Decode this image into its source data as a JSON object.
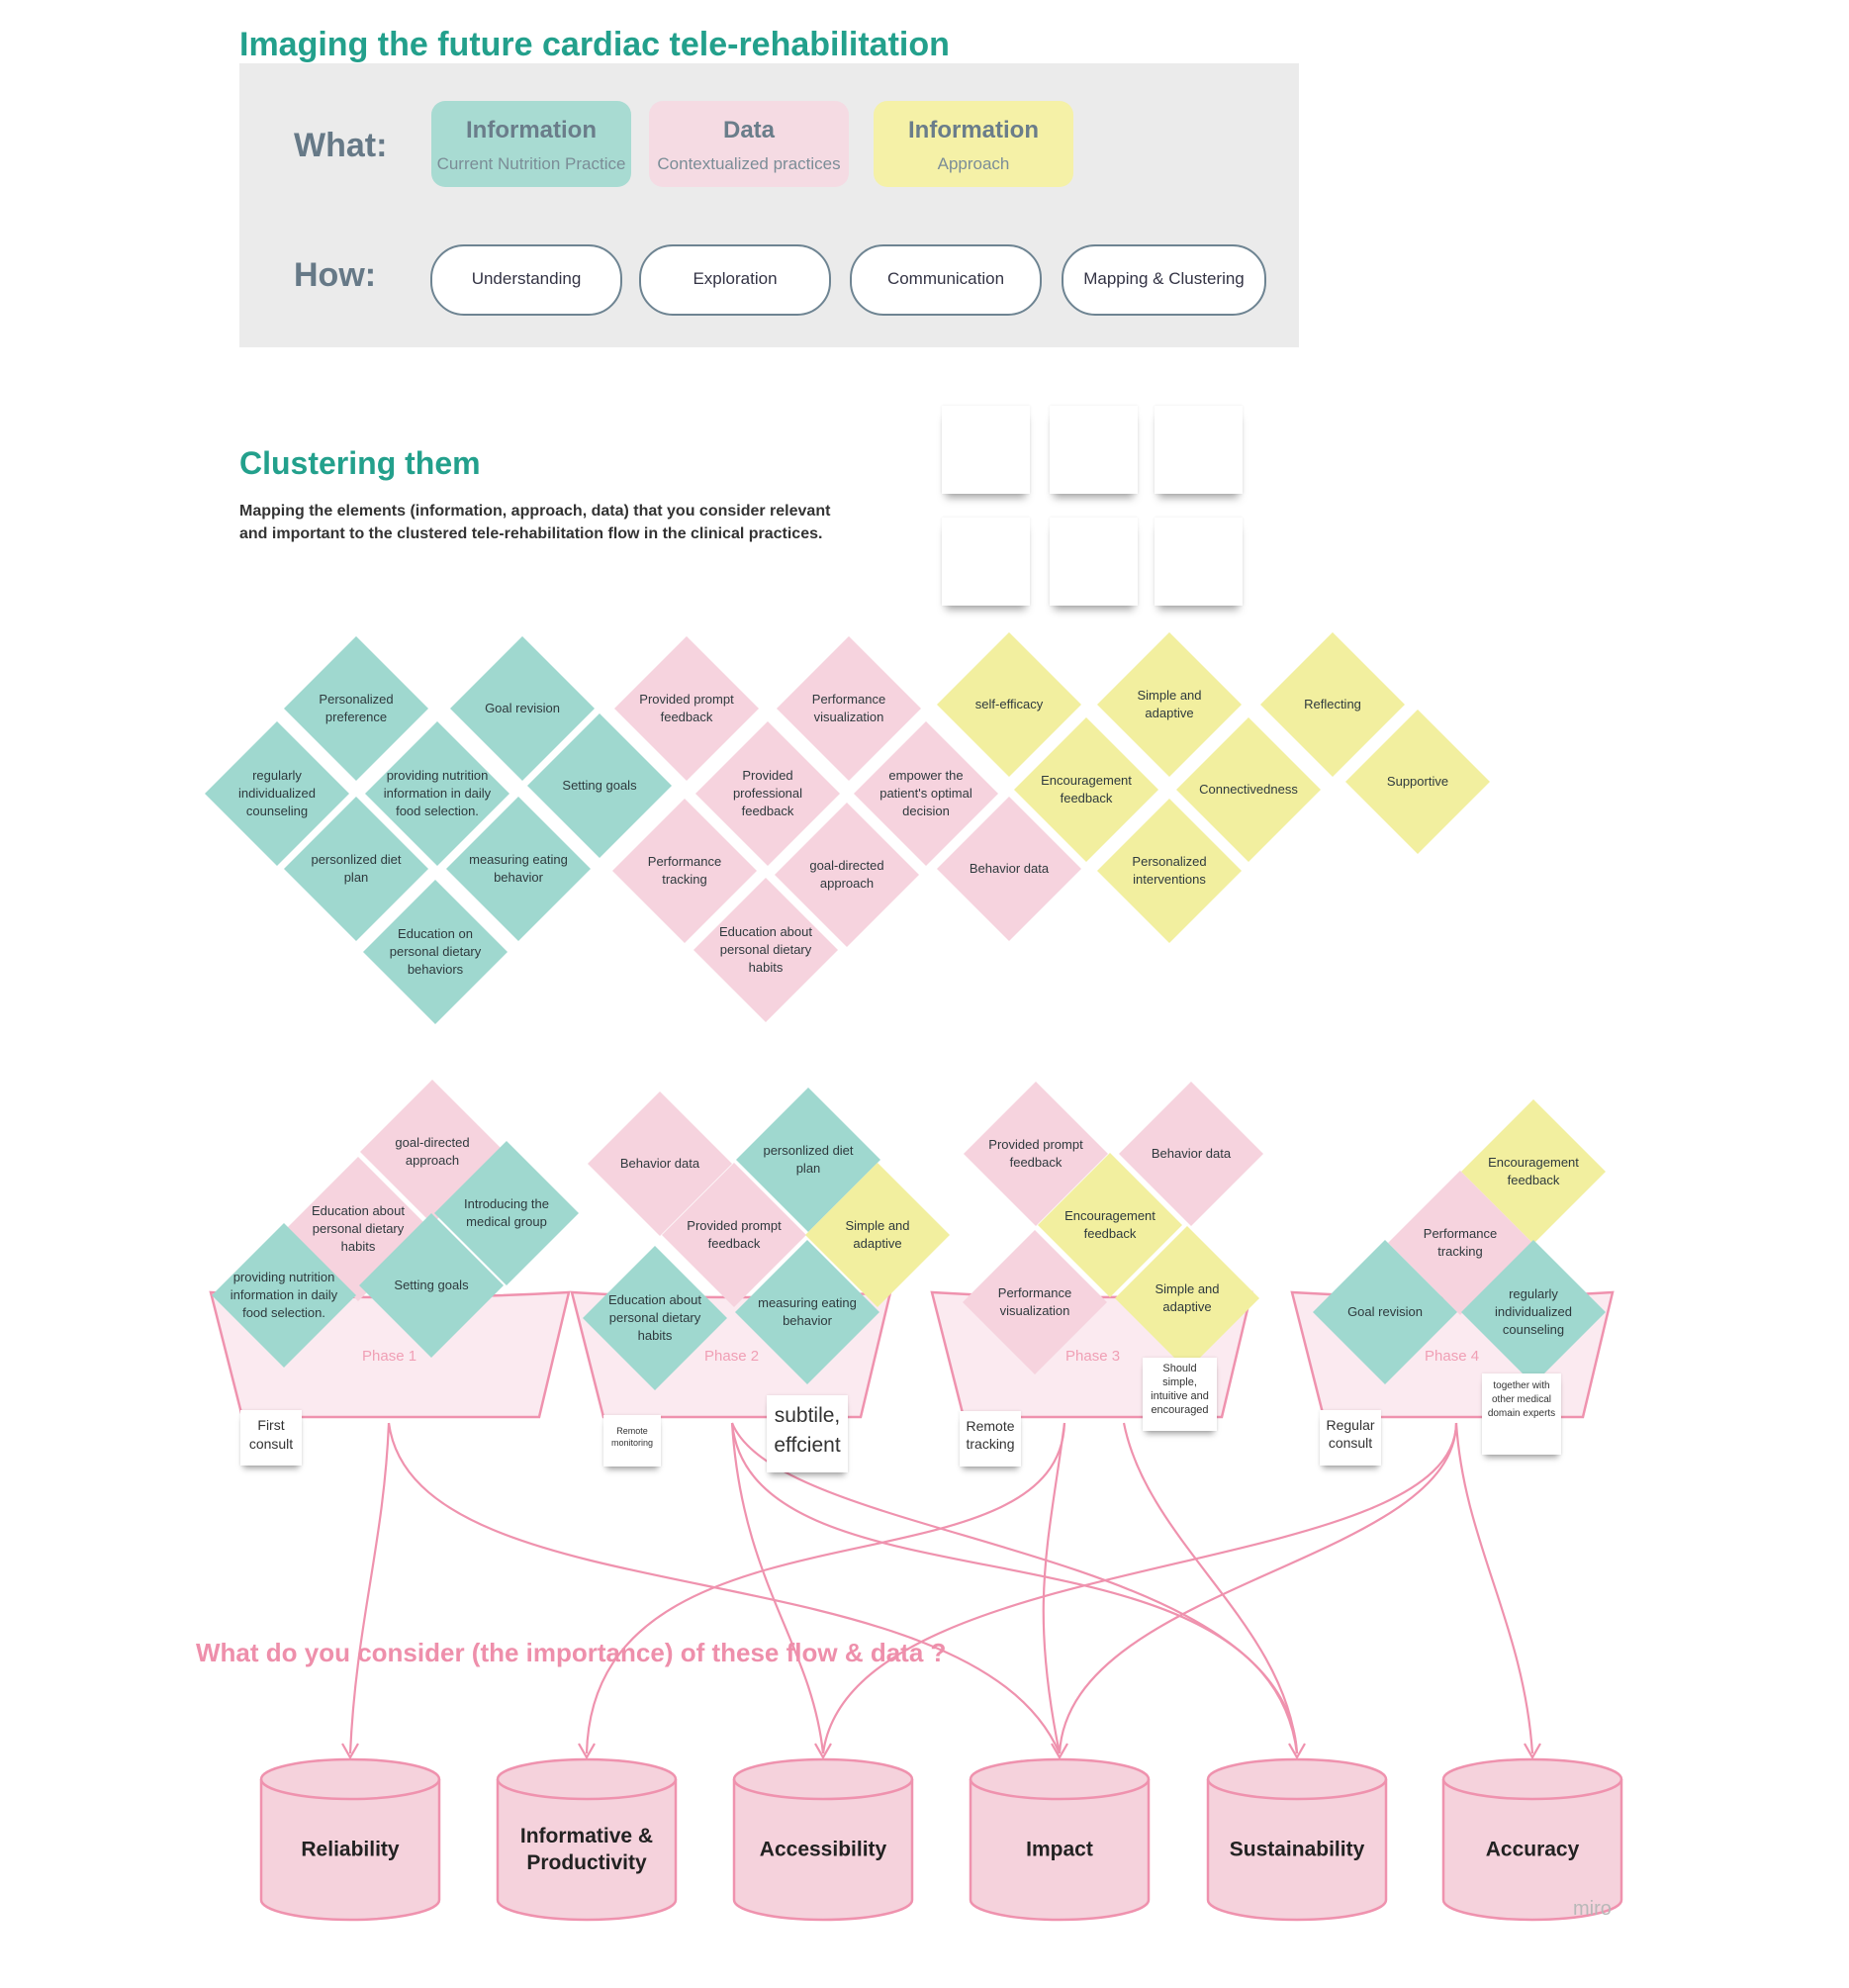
{
  "header": {
    "title": "Imaging the future cardiac tele-rehabilitation",
    "what_label": "What:",
    "how_label": "How:",
    "categories": [
      {
        "title": "Information",
        "subtitle": "Current Nutrition Practice",
        "color": "#a8dbd2"
      },
      {
        "title": "Data",
        "subtitle": "Contextualized practices",
        "color": "#f5dbe3"
      },
      {
        "title": "Information",
        "subtitle": "Approach",
        "color": "#f5f1a7"
      }
    ],
    "methods": [
      "Understanding",
      "Exploration",
      "Communication",
      "Mapping & Clustering"
    ]
  },
  "clustering": {
    "title": "Clustering them",
    "description_line1": "Mapping the elements (information, approach, data) that you consider relevant",
    "description_line2": "and important to the clustered tele-rehabilitation flow in the clinical practices."
  },
  "colors": {
    "teal": "#9fd8cf",
    "pink": "#f6d3de",
    "yellow": "#f2ef9f",
    "flow": "#ef92ae",
    "cylinder_fill": "#f5d2dc",
    "phase_fill": "#fbeaf0"
  },
  "diamonds": [
    {
      "text": "Personalized preference",
      "color": "teal"
    },
    {
      "text": "Goal revision",
      "color": "teal"
    },
    {
      "text": "regularly individualized counseling",
      "color": "teal"
    },
    {
      "text": "providing nutrition information in daily food selection.",
      "color": "teal"
    },
    {
      "text": "Setting goals",
      "color": "teal"
    },
    {
      "text": "personlized diet plan",
      "color": "teal"
    },
    {
      "text": "measuring eating behavior",
      "color": "teal"
    },
    {
      "text": "Education on personal dietary behaviors",
      "color": "teal"
    },
    {
      "text": "Provided prompt feedback",
      "color": "pink"
    },
    {
      "text": "Performance visualization",
      "color": "pink"
    },
    {
      "text": "Provided professional feedback",
      "color": "pink"
    },
    {
      "text": "empower the patient's optimal decision",
      "color": "pink"
    },
    {
      "text": "Performance tracking",
      "color": "pink"
    },
    {
      "text": "goal-directed approach",
      "color": "pink"
    },
    {
      "text": "Behavior data",
      "color": "pink"
    },
    {
      "text": "Education about personal dietary habits",
      "color": "pink"
    },
    {
      "text": "self-efficacy",
      "color": "yellow"
    },
    {
      "text": "Simple and adaptive",
      "color": "yellow"
    },
    {
      "text": "Reflecting",
      "color": "yellow"
    },
    {
      "text": "Encouragement feedback",
      "color": "yellow"
    },
    {
      "text": "Connectivedness",
      "color": "yellow"
    },
    {
      "text": "Supportive",
      "color": "yellow"
    },
    {
      "text": "Personalized interventions",
      "color": "yellow"
    }
  ],
  "phases": [
    {
      "label": "Phase 1",
      "note": "First consult",
      "items": [
        {
          "text": "goal-directed approach",
          "color": "pink"
        },
        {
          "text": "Education about personal dietary habits",
          "color": "pink"
        },
        {
          "text": "Introducing the medical group",
          "color": "teal"
        },
        {
          "text": "providing nutrition information in daily food selection.",
          "color": "teal"
        },
        {
          "text": "Setting goals",
          "color": "teal"
        }
      ]
    },
    {
      "label": "Phase 2",
      "note": "Remote monitoring",
      "extra_note": "subtile, effcient",
      "items": [
        {
          "text": "Behavior data",
          "color": "pink"
        },
        {
          "text": "personlized diet plan",
          "color": "teal"
        },
        {
          "text": "Provided prompt feedback",
          "color": "pink"
        },
        {
          "text": "Simple and adaptive",
          "color": "yellow"
        },
        {
          "text": "Education about personal dietary habits",
          "color": "teal"
        },
        {
          "text": "measuring eating behavior",
          "color": "teal"
        }
      ]
    },
    {
      "label": "Phase 3",
      "note": "Remote tracking",
      "extra_note": "Should simple, intuitive and encouraged",
      "items": [
        {
          "text": "Provided prompt feedback",
          "color": "pink"
        },
        {
          "text": "Behavior data",
          "color": "pink"
        },
        {
          "text": "Encouragement feedback",
          "color": "yellow"
        },
        {
          "text": "Performance visualization",
          "color": "pink"
        },
        {
          "text": "Simple and adaptive",
          "color": "yellow"
        }
      ]
    },
    {
      "label": "Phase 4",
      "note": "Regular consult",
      "extra_note": "together with other medical domain experts",
      "items": [
        {
          "text": "Encouragement feedback",
          "color": "yellow"
        },
        {
          "text": "Performance tracking",
          "color": "pink"
        },
        {
          "text": "Goal revision",
          "color": "teal"
        },
        {
          "text": "regularly individualized counseling",
          "color": "teal"
        }
      ]
    }
  ],
  "question": "What do you consider (the importance) of these flow & data ?",
  "outcomes": [
    "Reliability",
    "Informative & Productivity",
    "Accessibility",
    "Impact",
    "Sustainability",
    "Accuracy"
  ],
  "branding": "miro"
}
